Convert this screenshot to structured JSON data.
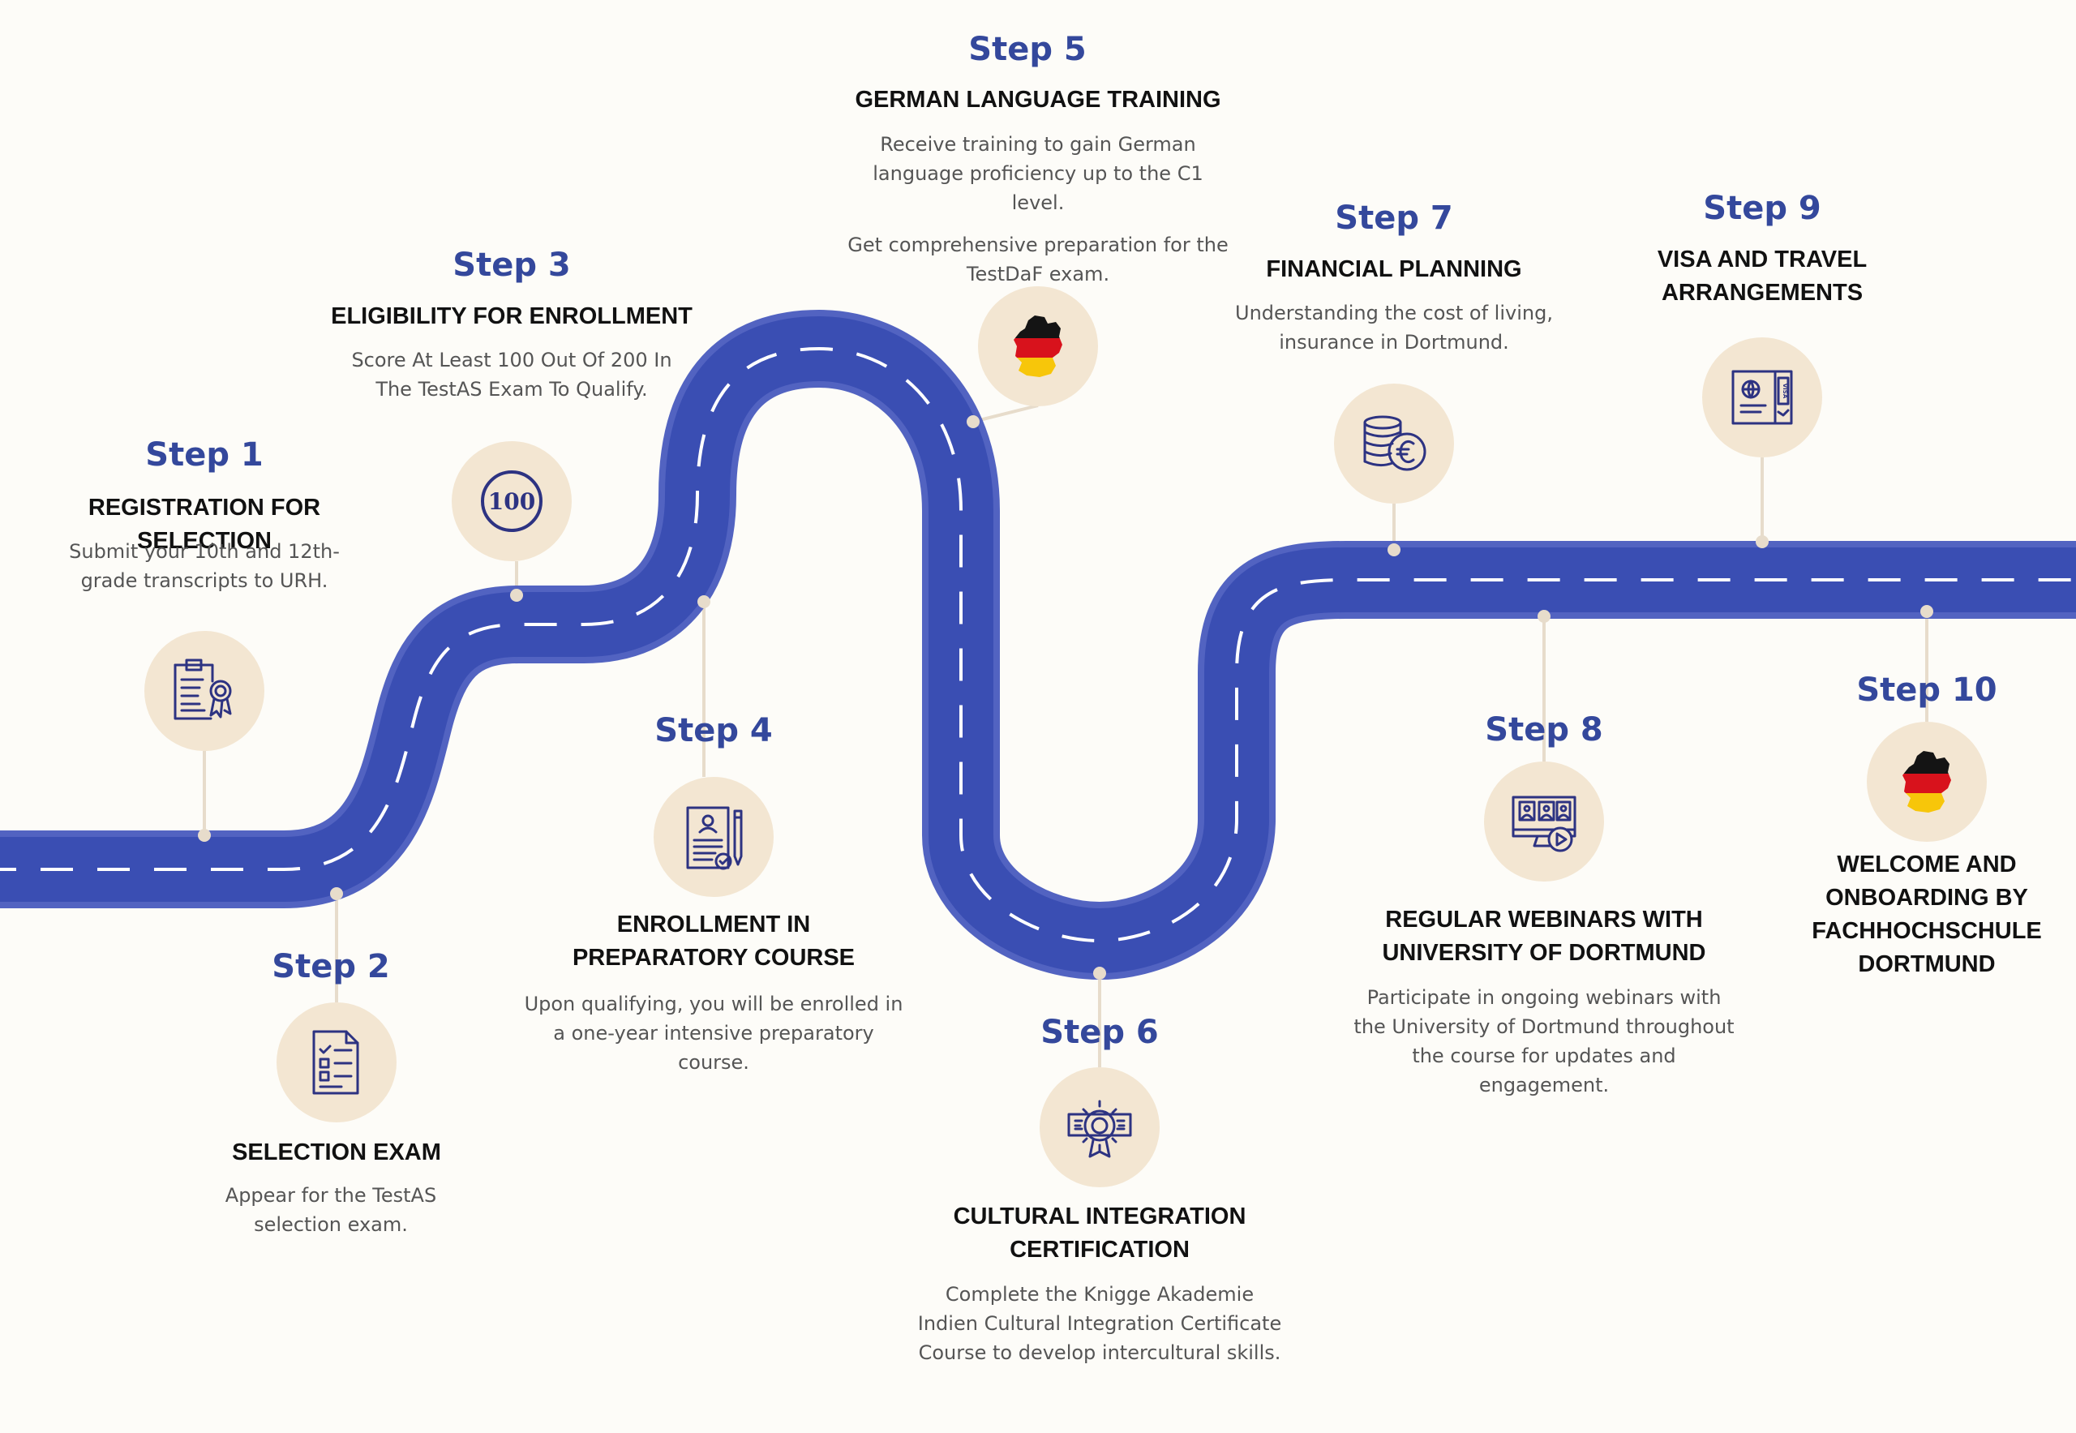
{
  "colors": {
    "road": "#3a4eb3",
    "road_edge": "#5263c1",
    "lane_mark": "#ffffff",
    "step_title": "#34489c",
    "icon_bg": "#f3e6d2",
    "icon_stroke": "#2d3382",
    "connector": "#e7dccb"
  },
  "steps": [
    {
      "title": "Step 1",
      "heading": "REGISTRATION FOR SELECTION",
      "desc": [
        "Submit your 10th and 12th-grade transcripts to URH."
      ],
      "icon": "certificate-icon"
    },
    {
      "title": "Step 2",
      "heading": "SELECTION EXAM",
      "desc": [
        "Appear for the TestAS selection exam."
      ],
      "icon": "checklist-icon"
    },
    {
      "title": "Step 3",
      "heading": "ELIGIBILITY FOR ENROLLMENT",
      "desc": [
        "Score At Least 100 Out Of 200 In The TestAS Exam To Qualify."
      ],
      "icon": "score-100-icon",
      "icon_text": "100"
    },
    {
      "title": "Step 4",
      "heading": "ENROLLMENT IN PREPARATORY COURSE",
      "desc": [
        "Upon qualifying, you will be enrolled in a one-year intensive preparatory course."
      ],
      "icon": "enrollment-form-icon"
    },
    {
      "title": "Step 5",
      "heading": "GERMAN LANGUAGE TRAINING",
      "desc": [
        "Receive training to gain German language proficiency up to the C1 level.",
        "Get comprehensive preparation for the TestDaF exam."
      ],
      "icon": "germany-map-icon"
    },
    {
      "title": "Step 6",
      "heading": "CULTURAL INTEGRATION CERTIFICATION",
      "desc": [
        "Complete the Knigge Akademie Indien Cultural Integration Certificate Course to develop intercultural skills."
      ],
      "icon": "certification-badge-icon"
    },
    {
      "title": "Step 7",
      "heading": "FINANCIAL PLANNING",
      "desc": [
        "Understanding the cost of living, insurance in Dortmund."
      ],
      "icon": "euro-coins-icon"
    },
    {
      "title": "Step 8",
      "heading": "REGULAR WEBINARS WITH UNIVERSITY OF DORTMUND",
      "desc": [
        "Participate in ongoing webinars with the University of Dortmund throughout the course for updates and engagement."
      ],
      "icon": "webinar-icon"
    },
    {
      "title": "Step 9",
      "heading": "VISA AND TRAVEL ARRANGEMENTS",
      "desc": [],
      "icon": "visa-passport-icon",
      "icon_text": "VISA"
    },
    {
      "title": "Step 10",
      "heading": "WELCOME AND ONBOARDING BY FACHHOCHSCHULE DORTMUND",
      "desc": [],
      "icon": "germany-map-icon"
    }
  ]
}
